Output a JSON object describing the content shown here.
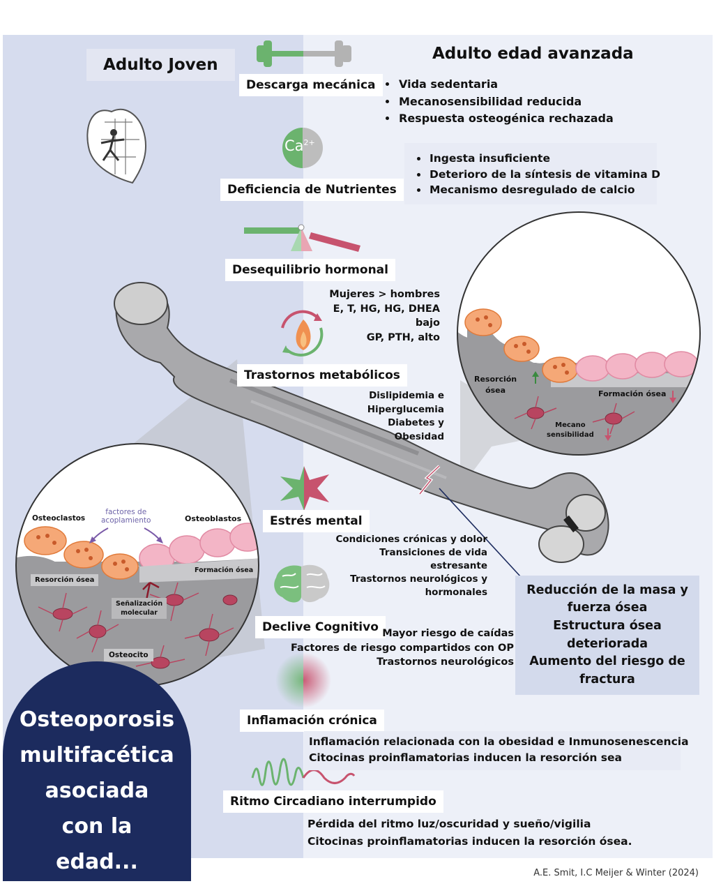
{
  "headings": {
    "left": "Adulto Joven",
    "right": "Adulto edad avanzada"
  },
  "icons": {
    "dumbbell": "dumbbell-icon",
    "calcium": "calcium-icon",
    "calcium_symbol": "Ca",
    "calcium_charge": "2+",
    "balance": "balance-scale-icon",
    "metabolic": "flame-cycle-icon",
    "stress": "star-burst-icon",
    "brain": "brain-icon",
    "inflammation": "inflammation-icon",
    "circadian": "wave-icon",
    "heart": "heart-figure-icon",
    "bone": "femur-bone-icon"
  },
  "factors": [
    {
      "label": "Descarga mecánica",
      "items": [
        "Vida sedentaria",
        "Mecanosensibilidad reducida",
        "Respuesta osteogénica rechazada"
      ]
    },
    {
      "label": "Deficiencia de Nutrientes",
      "items": [
        "Ingesta insuficiente",
        "Deterioro de la síntesis de vitamina D",
        "Mecanismo desregulado de calcio"
      ]
    },
    {
      "label": "Desequilibrio hormonal",
      "lines": [
        "Mujeres > hombres",
        "E, T, HG, HG, DHEA",
        "bajo",
        "GP, PTH, alto"
      ]
    },
    {
      "label": "Trastornos metabólicos",
      "lines": [
        "Dislipidemia e",
        "Hiperglucemia",
        "Diabetes y",
        "Obesidad"
      ]
    },
    {
      "label": "Estrés mental",
      "lines": [
        "Condiciones crónicas y dolor",
        "Transiciones de vida",
        "estresante",
        "Trastornos neurológicos y",
        "hormonales"
      ]
    },
    {
      "label": "Declive Cognitivo",
      "lines": [
        "Mayor riesgo de caídas",
        "Factores de riesgo compartidos con OP",
        "Trastornos neurológicos"
      ]
    },
    {
      "label": "Inflamación crónica",
      "lines": [
        "Inflamación relacionada con la obesidad e Inmunosenescencia",
        "Citocinas proinflamatorias inducen la resorción sea"
      ]
    },
    {
      "label": "Ritmo Circadiano interrumpido",
      "lines": [
        "Pérdida del ritmo luz/oscuridad y sueño/vigilia",
        "Citocinas proinflamatorias inducen la resorción ósea."
      ]
    }
  ],
  "young_circle": {
    "osteoclasts": "Osteoclastos",
    "coupling_1": "factores de",
    "coupling_2": "acoplamiento",
    "osteoblasts": "Osteoblastos",
    "resorption": "Resorción ósea",
    "formation": "Formación ósea",
    "signal_1": "Señalización",
    "signal_2": "molecular",
    "osteocyte": "Osteocito"
  },
  "old_circle": {
    "resorption_1": "Resorción",
    "resorption_2": "ósea",
    "formation": "Formación ósea",
    "mecano_1": "Mecano",
    "mecano_2": "sensibilidad"
  },
  "result_lines": [
    "Reducción de la masa y",
    "fuerza ósea",
    "Estructura ósea",
    "deteriorada",
    "Aumento del riesgo de",
    "fractura"
  ],
  "title_lines": [
    "Osteoporosis",
    "multifacética",
    "asociada",
    "con la",
    "edad..."
  ],
  "credit": "A.E. Smit, I.C Meijer & Winter (2024)",
  "colors": {
    "green": "#6bb36e",
    "pink": "#c7536e",
    "navy": "#1c2b5e",
    "osteoclast": "#f5a877",
    "osteoblast": "#f3b5c6"
  }
}
